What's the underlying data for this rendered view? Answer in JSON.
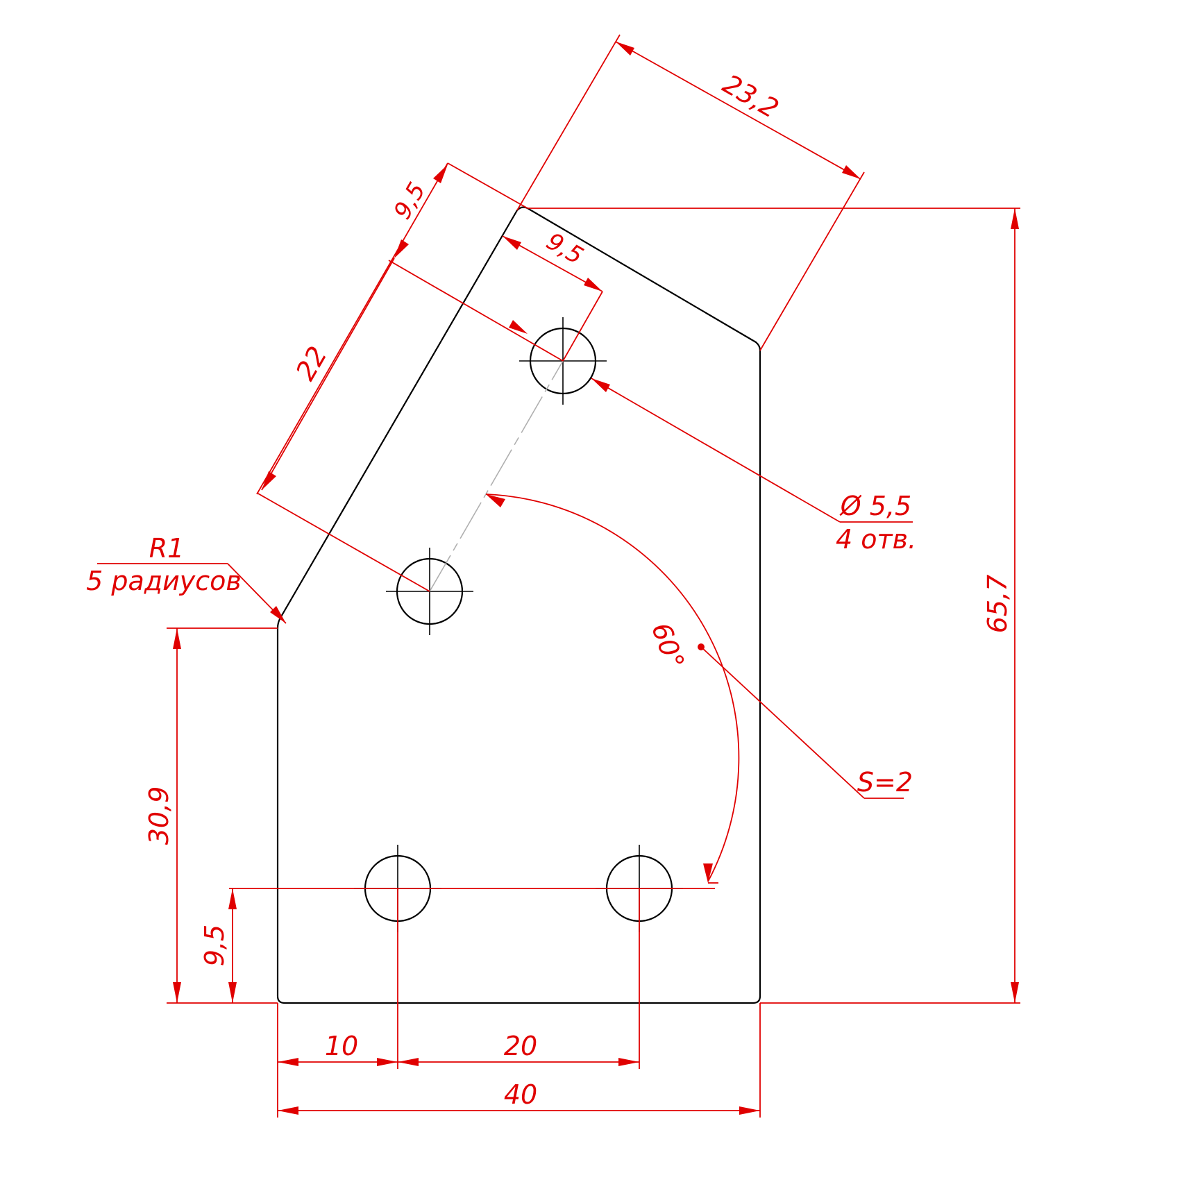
{
  "drawing": {
    "colors": {
      "part": "#000000",
      "dimension": "#e00000",
      "construction": "#b0b0b0"
    },
    "dimensions": {
      "slant_length": "23,2",
      "slant_offset_hole": "9,5",
      "slant_edge_to_center": "9,5",
      "hole_spacing_slant": "22",
      "total_height": "65,7",
      "left_height": "30,9",
      "hole_row_height": "9,5",
      "hole_x_offset": "10",
      "hole_spacing": "20",
      "total_width": "40",
      "angle": "60°"
    },
    "notes": {
      "radius": "R1",
      "radius_count": "5 радиусов",
      "hole_diameter": "Ø 5,5",
      "hole_count": "4 отв.",
      "thickness": "S=2"
    }
  }
}
